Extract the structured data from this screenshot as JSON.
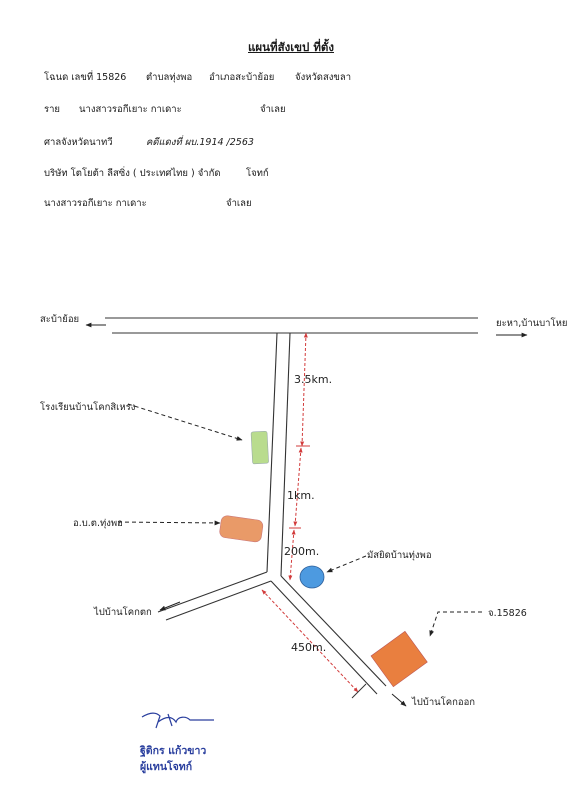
{
  "header": {
    "title": "แผนที่สังเขป  ที่ตั้ง",
    "line1": {
      "deed": "โฉนด เลขที่  15826",
      "subdistrict": "ตำบลทุ่งพอ",
      "district": "อำเภอสะบ้าย้อย",
      "province": "จังหวัดสงขลา"
    },
    "line2": {
      "prefix": "ราย",
      "name": "นางสาวรอกีเยาะ  กาเดาะ",
      "role": "จำเลย"
    },
    "line3": {
      "court": "ศาลจังหวัดนาทวี",
      "case": "คดีแดงที่ ผบ.1914  /2563"
    },
    "line4": {
      "company": "บริษัท โตโยต้า ลีสซิ่ง ( ประเทศไทย ) จำกัด",
      "role": "โจทก์"
    },
    "line5": {
      "name": "นางสาวรอกีเยาะ  กาเดาะ",
      "role": "จำเลย"
    }
  },
  "map": {
    "labels": {
      "west": "สะบ้าย้อย",
      "east": "ยะหา,บ้านบาโหย",
      "school": "โรงเรียนบ้านโคกสิเหรง",
      "sao": "อ.บ.ต.ทุ่งพอ",
      "mosque": "มัสยิดบ้านทุ่งพอ",
      "southwest": "ไปบ้านโคกตก",
      "southeast": "ไปบ้านโคกออก",
      "parcel": "จ.15826"
    },
    "distances": {
      "d1": "3.5km.",
      "d2": "1km.",
      "d3": "200m.",
      "d4": "450m."
    },
    "colors": {
      "school": "#b9dc8e",
      "sao": "#e99a68",
      "mosque": "#4d9ae0",
      "parcel": "#e97f3f",
      "dimension": "#d23b3b"
    }
  },
  "signature": {
    "name": "ฐิติกร แก้วขาว",
    "title": "ผู้แทนโจทก์"
  }
}
